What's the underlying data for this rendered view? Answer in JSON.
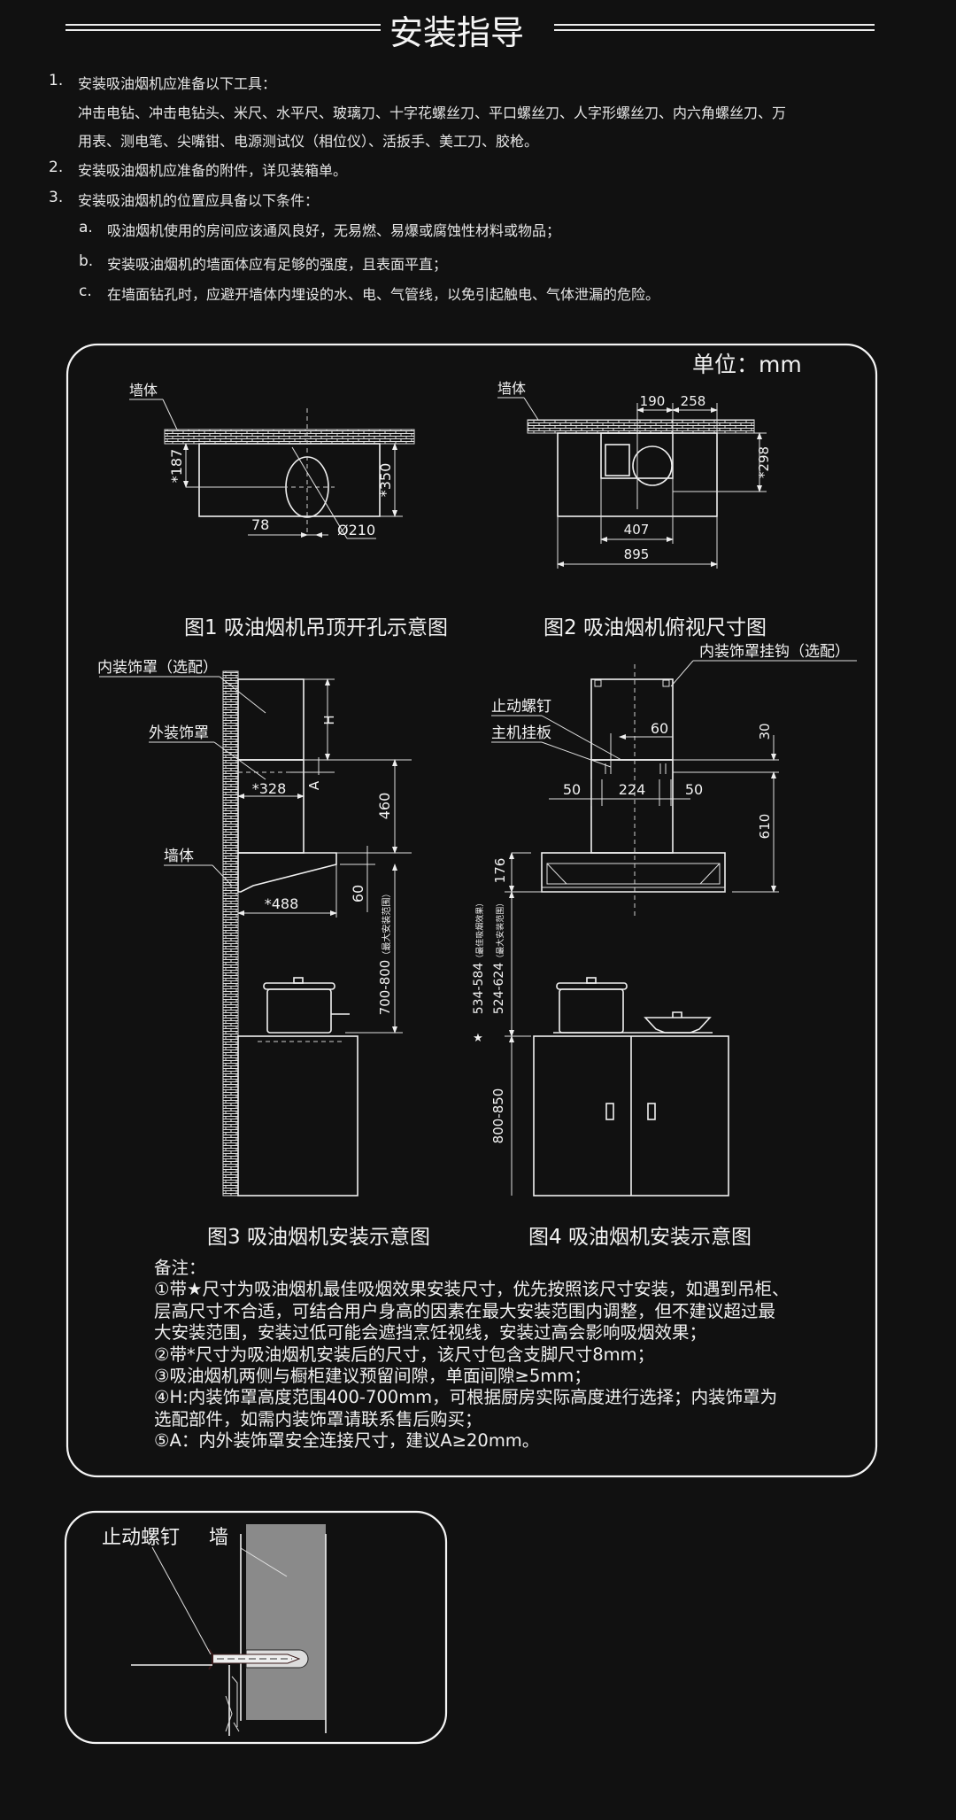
{
  "title": "安装指导",
  "instructions": [
    {
      "num": "1.",
      "lines": [
        "安装吸油烟机应准备以下工具：",
        "冲击电钻、冲击电钻头、米尺、水平尺、玻璃刀、十字花螺丝刀、平口螺丝刀、人字形螺丝刀、内六角螺丝刀、万",
        "用表、测电笔、尖嘴钳、电源测试仪（相位仪）、活扳手、美工刀、胶枪。"
      ]
    },
    {
      "num": "2.",
      "lines": [
        "安装吸油烟机应准备的附件，详见装箱单。"
      ]
    },
    {
      "num": "3.",
      "lines": [
        "安装吸油烟机的位置应具备以下条件："
      ],
      "sub": [
        {
          "label": "a.",
          "text": "吸油烟机使用的房间应该通风良好，无易燃、易爆或腐蚀性材料或物品；"
        },
        {
          "label": "b.",
          "text": "安装吸油烟机的墙面体应有足够的强度，且表面平直；"
        },
        {
          "label": "c.",
          "text": "在墙面钻孔时，应避开墙体内埋设的水、电、气管线，以免引起触电、气体泄漏的危险。"
        }
      ]
    }
  ],
  "unit": "单位：mm",
  "fig1": {
    "caption": "图1 吸油烟机吊顶开孔示意图",
    "wall": "墙体",
    "d187": "*187",
    "d350": "*350",
    "d78": "78",
    "d210": "Ø210"
  },
  "fig2": {
    "caption": "图2 吸油烟机俯视尺寸图",
    "wall": "墙体",
    "d190": "190",
    "d258": "258",
    "d298": "*298",
    "d407": "407",
    "d895": "895"
  },
  "fig3": {
    "caption": "图3 吸油烟机安装示意图",
    "inner_cover": "内装饰罩（选配）",
    "outer_cover": "外装饰罩",
    "wall": "墙体",
    "dH": "H",
    "dA": "A",
    "d328": "*328",
    "d460": "460",
    "d488": "*488",
    "d60": "60",
    "d700": "700-800",
    "d700_note": "（最大安装范围）"
  },
  "fig4": {
    "caption": "图4 吸油烟机安装示意图",
    "hook": "内装饰罩挂钩（选配）",
    "stop_screw": "止动螺钉",
    "plate": "主机挂板",
    "d60": "60",
    "d30": "30",
    "d50a": "50",
    "d224": "224",
    "d50b": "50",
    "d610": "610",
    "d176": "176",
    "star": "★",
    "d534": "534-584",
    "d534_note": "（最佳吸烟效果）",
    "d524": "524-624",
    "d524_note": "（最大安装范围）",
    "d800": "800-850"
  },
  "notes": {
    "heading": "备注：",
    "lines": [
      "①带★尺寸为吸油烟机最佳吸烟效果安装尺寸，优先按照该尺寸安装，如遇到吊柜、",
      "层高尺寸不合适，可结合用户身高的因素在最大安装范围内调整，但不建议超过最",
      "大安装范围，安装过低可能会遮挡烹饪视线，安装过高会影响吸烟效果；",
      "②带*尺寸为吸油烟机安装后的尺寸，该尺寸包含支脚尺寸8mm；",
      "③吸油烟机两侧与橱柜建议预留间隙，单面间隙≥5mm；",
      "④H:内装饰罩高度范围400-700mm，可根据厨房实际高度进行选择；内装饰罩为",
      "选配部件，如需内装饰罩请联系售后购买；",
      "⑤A：内外装饰罩安全连接尺寸，建议A≥20mm。"
    ]
  },
  "detail": {
    "stop_screw": "止动螺钉",
    "wall": "墙"
  },
  "colors": {
    "background": "#111111",
    "line": "#f0f0f0",
    "wall_gray": "#8a8a8a"
  }
}
